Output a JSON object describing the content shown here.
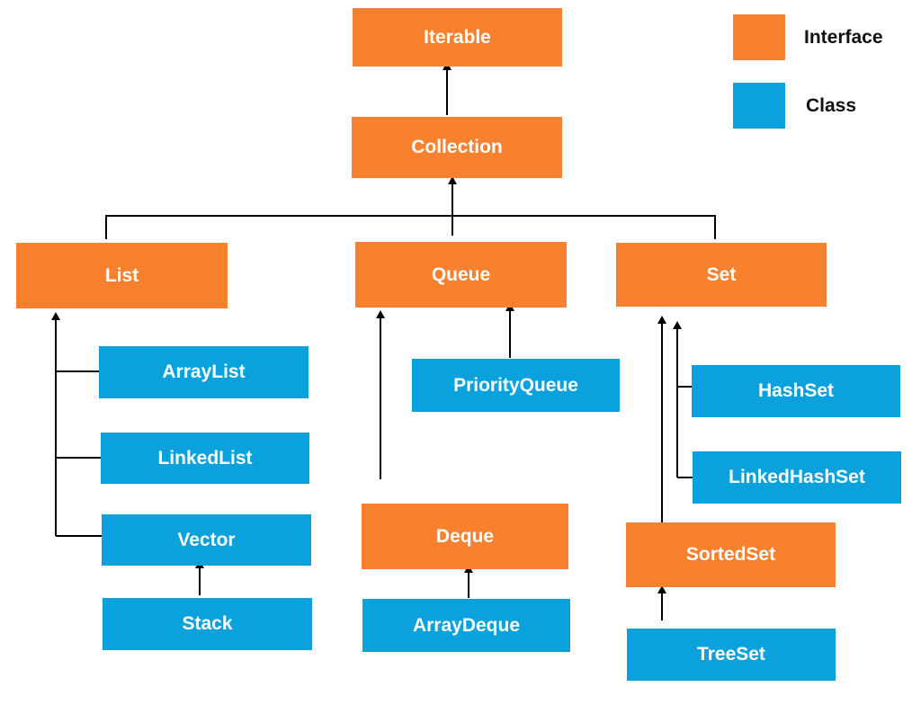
{
  "colors": {
    "interface": "#F7812F",
    "class": "#0AA1DD",
    "line": "#000000"
  },
  "legend": {
    "interface_label": "Interface",
    "class_label": "Class"
  },
  "nodes": {
    "iterable": "Iterable",
    "collection": "Collection",
    "list": "List",
    "queue": "Queue",
    "set": "Set",
    "arraylist": "ArrayList",
    "linkedlist": "LinkedList",
    "vector": "Vector",
    "stack": "Stack",
    "priorityqueue": "PriorityQueue",
    "deque": "Deque",
    "arraydeque": "ArrayDeque",
    "hashset": "HashSet",
    "linkedhashset": "LinkedHashSet",
    "sortedset": "SortedSet",
    "treeset": "TreeSet"
  },
  "edges": [
    [
      "collection",
      "iterable"
    ],
    [
      "list",
      "collection"
    ],
    [
      "queue",
      "collection"
    ],
    [
      "set",
      "collection"
    ],
    [
      "arraylist",
      "list"
    ],
    [
      "linkedlist",
      "list"
    ],
    [
      "vector",
      "list"
    ],
    [
      "stack",
      "vector"
    ],
    [
      "priorityqueue",
      "queue"
    ],
    [
      "deque",
      "queue"
    ],
    [
      "arraydeque",
      "deque"
    ],
    [
      "hashset",
      "set"
    ],
    [
      "linkedhashset",
      "set"
    ],
    [
      "sortedset",
      "set"
    ],
    [
      "treeset",
      "sortedset"
    ]
  ]
}
